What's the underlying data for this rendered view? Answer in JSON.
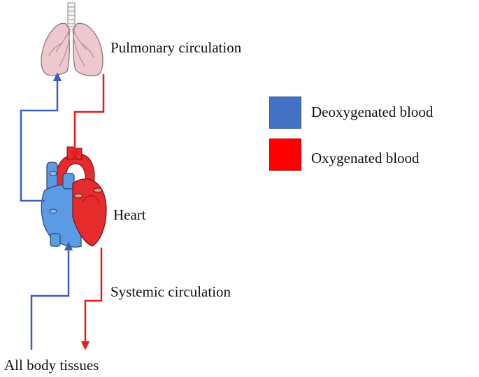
{
  "labels": {
    "pulmonary": "Pulmonary circulation",
    "heart": "Heart",
    "systemic": "Systemic circulation",
    "tissues": "All body tissues"
  },
  "legend": {
    "items": [
      {
        "label": "Deoxygenated blood",
        "color": "#4472C4"
      },
      {
        "label": "Oxygenated blood",
        "color": "#FF0000"
      }
    ]
  },
  "colors": {
    "deoxygenated": "#3A5FBF",
    "oxygenated": "#E31B1B",
    "vein_blue": "#5B9BE6",
    "artery_red": "#E52B2B",
    "lung_pink": "#EDC9CF"
  },
  "icons": [
    "lungs-icon",
    "heart-icon"
  ]
}
